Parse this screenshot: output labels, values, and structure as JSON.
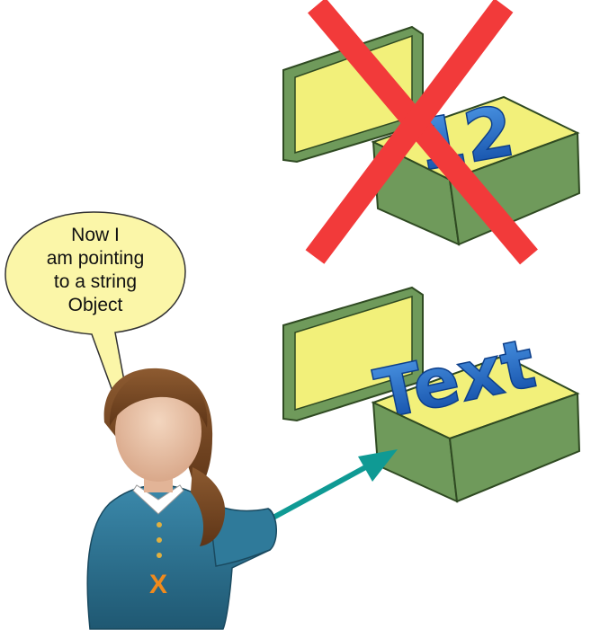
{
  "speech_bubble": {
    "lines": [
      "Now I",
      "am pointing",
      "to a string",
      "Object"
    ]
  },
  "person": {
    "variable_label": "X"
  },
  "old_box": {
    "content": "12",
    "crossed_out": true
  },
  "new_box": {
    "content": "Text"
  },
  "colors": {
    "box_face": "#6f9a5b",
    "box_lid": "#f2f07a",
    "box_stroke": "#2f4a22",
    "content_blue": "#1565c0",
    "cross_red": "#f23a3a",
    "arrow_teal": "#0f9a94",
    "bubble_fill": "#fbf6a8",
    "shirt_blue": "#2a6e8c",
    "hair_brown": "#7a4a26",
    "variable_label": "#f08a1c"
  }
}
